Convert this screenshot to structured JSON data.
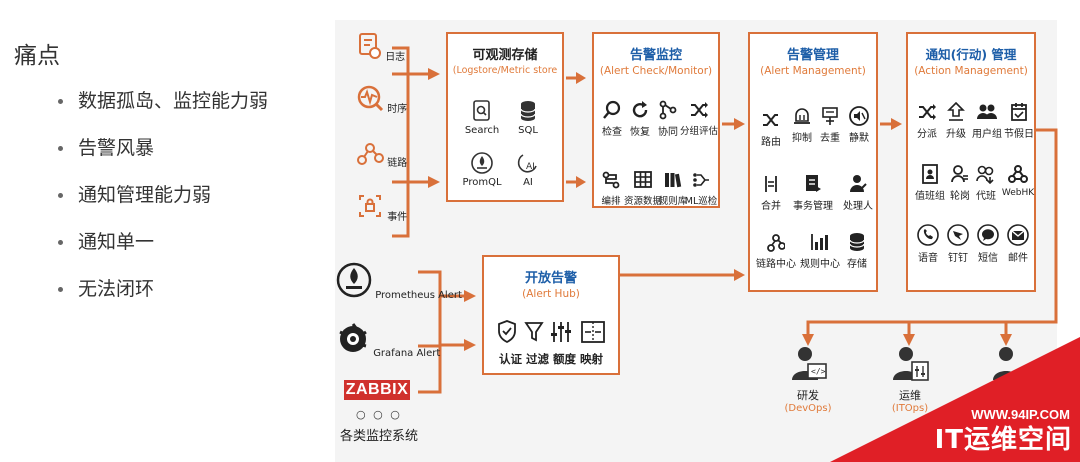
{
  "pain": {
    "title": "痛点",
    "items": [
      "数据孤岛、监控能力弱",
      "告警风暴",
      "通知管理能力弱",
      "通知单一",
      "无法闭环"
    ]
  },
  "sources": {
    "logs": "日志",
    "timeseries": "时序",
    "trace": "链路",
    "events": "事件"
  },
  "storage": {
    "title": "可观测存储",
    "subtitle": "(Logstore/Metric store",
    "items": [
      "Search",
      "SQL",
      "PromQL",
      "AI"
    ]
  },
  "monitor": {
    "title": "告警监控",
    "subtitle": "(Alert Check/Monitor)",
    "row1": [
      "检查",
      "恢复",
      "协同",
      "分组评估"
    ],
    "row2": [
      "编排",
      "资源数据",
      "规则库",
      "ML巡检"
    ]
  },
  "management": {
    "title": "告警管理",
    "subtitle": "(Alert Management)",
    "row1": [
      "路由",
      "抑制",
      "去重",
      "静默"
    ],
    "row2": [
      "合并",
      "事务管理",
      "处理人"
    ],
    "row3": [
      "链路中心",
      "规则中心",
      "存储"
    ]
  },
  "action": {
    "title": "通知(行动) 管理",
    "subtitle": "(Action Management)",
    "row1": [
      "分派",
      "升级",
      "用户组",
      "节假日"
    ],
    "row2": [
      "值班组",
      "轮岗",
      "代班",
      "WebHK"
    ],
    "row3": [
      "语音",
      "钉钉",
      "短信",
      "邮件"
    ]
  },
  "hub": {
    "title": "开放告警",
    "subtitle": "(Alert Hub)",
    "functions": "认证 过滤 额度 映射"
  },
  "external": {
    "prometheus": "Prometheus Alert",
    "grafana": "Grafana Alert",
    "zabbix": "ZABBIX",
    "dots": "○ ○ ○",
    "label": "各类监控系统"
  },
  "roles": [
    {
      "name": "研发",
      "tag": "(DevOps)"
    },
    {
      "name": "运维",
      "tag": "(ITOps)"
    }
  ],
  "watermark": {
    "url": "WWW.94IP.COM",
    "name": "IT运维空间"
  },
  "colors": {
    "accent": "#d9703a",
    "title_blue": "#1d5ea8",
    "watermark_red": "#e01f26"
  }
}
